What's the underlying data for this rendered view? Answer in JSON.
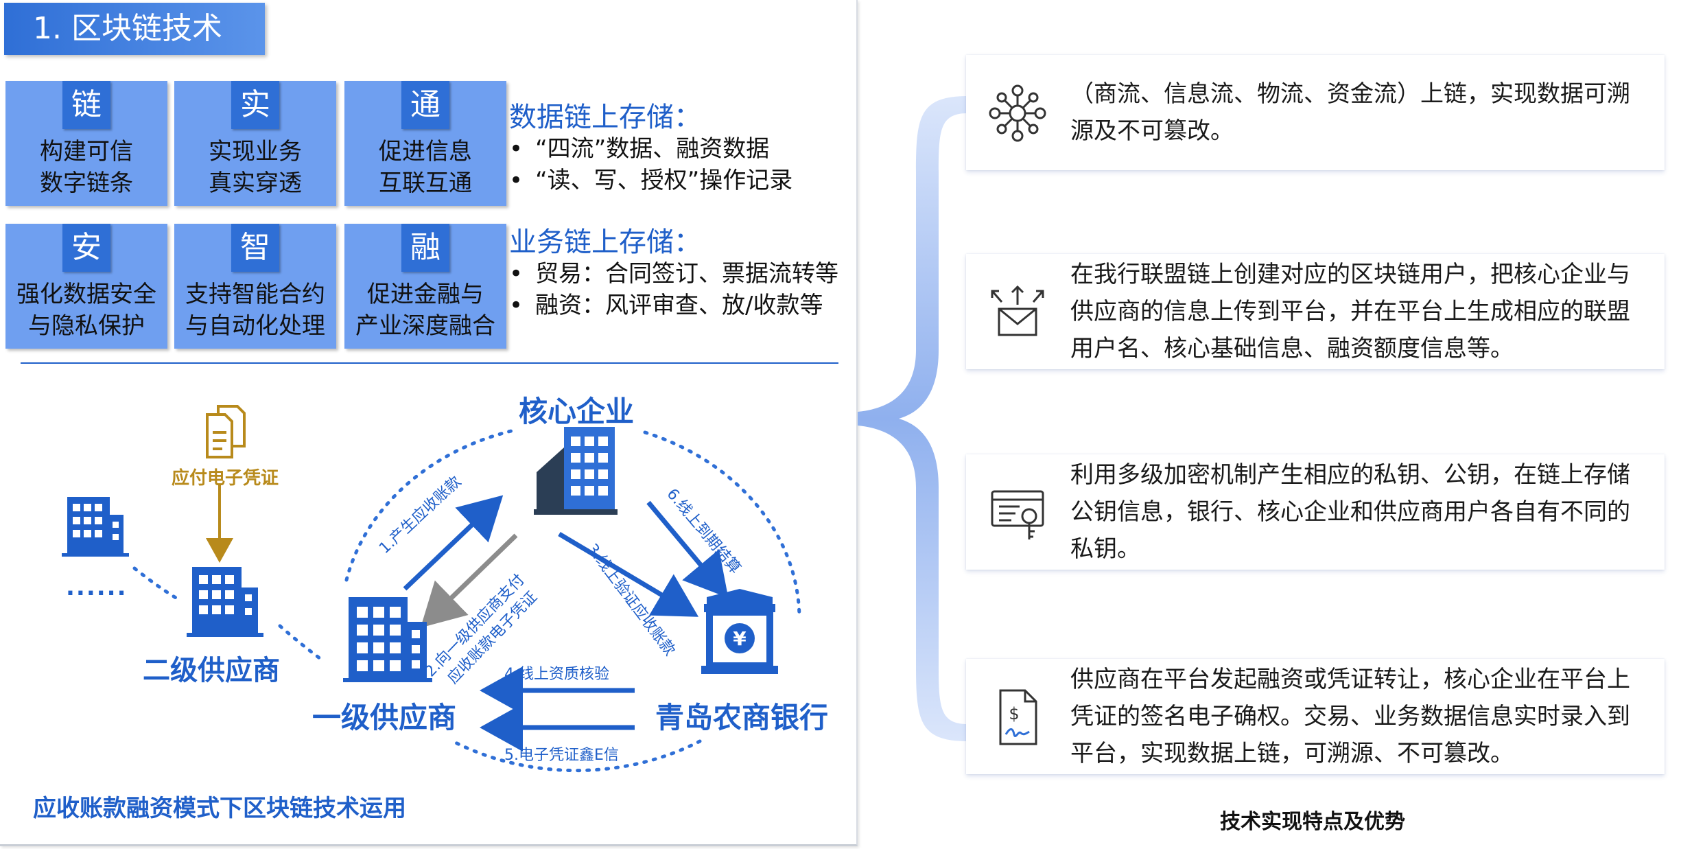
{
  "section": {
    "title": "1. 区块链技术"
  },
  "feature_tiles": [
    {
      "char": "链",
      "text": "构建可信\n数字链条",
      "icon": "chain-character-badge"
    },
    {
      "char": "实",
      "text": "实现业务\n真实穿透",
      "icon": "real-character-badge"
    },
    {
      "char": "通",
      "text": "促进信息\n互联互通",
      "icon": "connect-character-badge"
    },
    {
      "char": "安",
      "text": "强化数据安全\n与隐私保护",
      "icon": "security-character-badge"
    },
    {
      "char": "智",
      "text": "支持智能合约\n与自动化处理",
      "icon": "smart-character-badge"
    },
    {
      "char": "融",
      "text": "促进金融与\n产业深度融合",
      "icon": "fusion-character-badge"
    }
  ],
  "data_storage": {
    "heading": "数据链上存储：",
    "items": [
      "“四流”数据、融资数据",
      "“读、写、授权”操作记录"
    ]
  },
  "business_storage": {
    "heading": "业务链上存储：",
    "items": [
      "贸易：合同签订、票据流转等",
      "融资：风评审查、放/收款等"
    ]
  },
  "diagram": {
    "core_enterprise": "核心企业",
    "tier1_supplier": "一级供应商",
    "tier2_supplier": "二级供应商",
    "bank": "青岛农商银行",
    "voucher_label": "应付电子凭证",
    "ellipsis": "......",
    "arrows": {
      "a1": "1.产生应收账款",
      "a2_line1": "2.向一级供应商支付",
      "a2_line2": "应收账款电子凭证",
      "a3": "3.线上验证应收账款",
      "a4": "4.线上资质核验",
      "a5": "5.电子凭证鑫E信",
      "a6": "6.线上到期结算"
    },
    "caption": "应收账款融资模式下区块链技术运用",
    "colors": {
      "primary": "#1f5fc9",
      "dark": "#2b3e55",
      "gold": "#b88a1b",
      "gray": "#8c8c8c"
    }
  },
  "advantages": [
    {
      "icon": "network-hub-icon",
      "text": "（商流、信息流、物流、资金流）上链，实现数据可溯源及不可篡改。"
    },
    {
      "icon": "mail-upload-icon",
      "text": "在我行联盟链上创建对应的区块链用户，把核心企业与供应商的信息上传到平台，并在平台上生成相应的联盟用户名、核心基础信息、融资额度信息等。"
    },
    {
      "icon": "key-certificate-icon",
      "text": "利用多级加密机制产生相应的私钥、公钥，在链上存储公钥信息，银行、核心企业和供应商用户各自有不同的私钥。"
    },
    {
      "icon": "signed-document-icon",
      "text": "供应商在平台发起融资或凭证转让，核心企业在平台上凭证的签名电子确权。交易、业务数据信息实时录入到平台，实现数据上链，可溯源、不可篡改。"
    }
  ],
  "right_caption": "技术实现特点及优势"
}
